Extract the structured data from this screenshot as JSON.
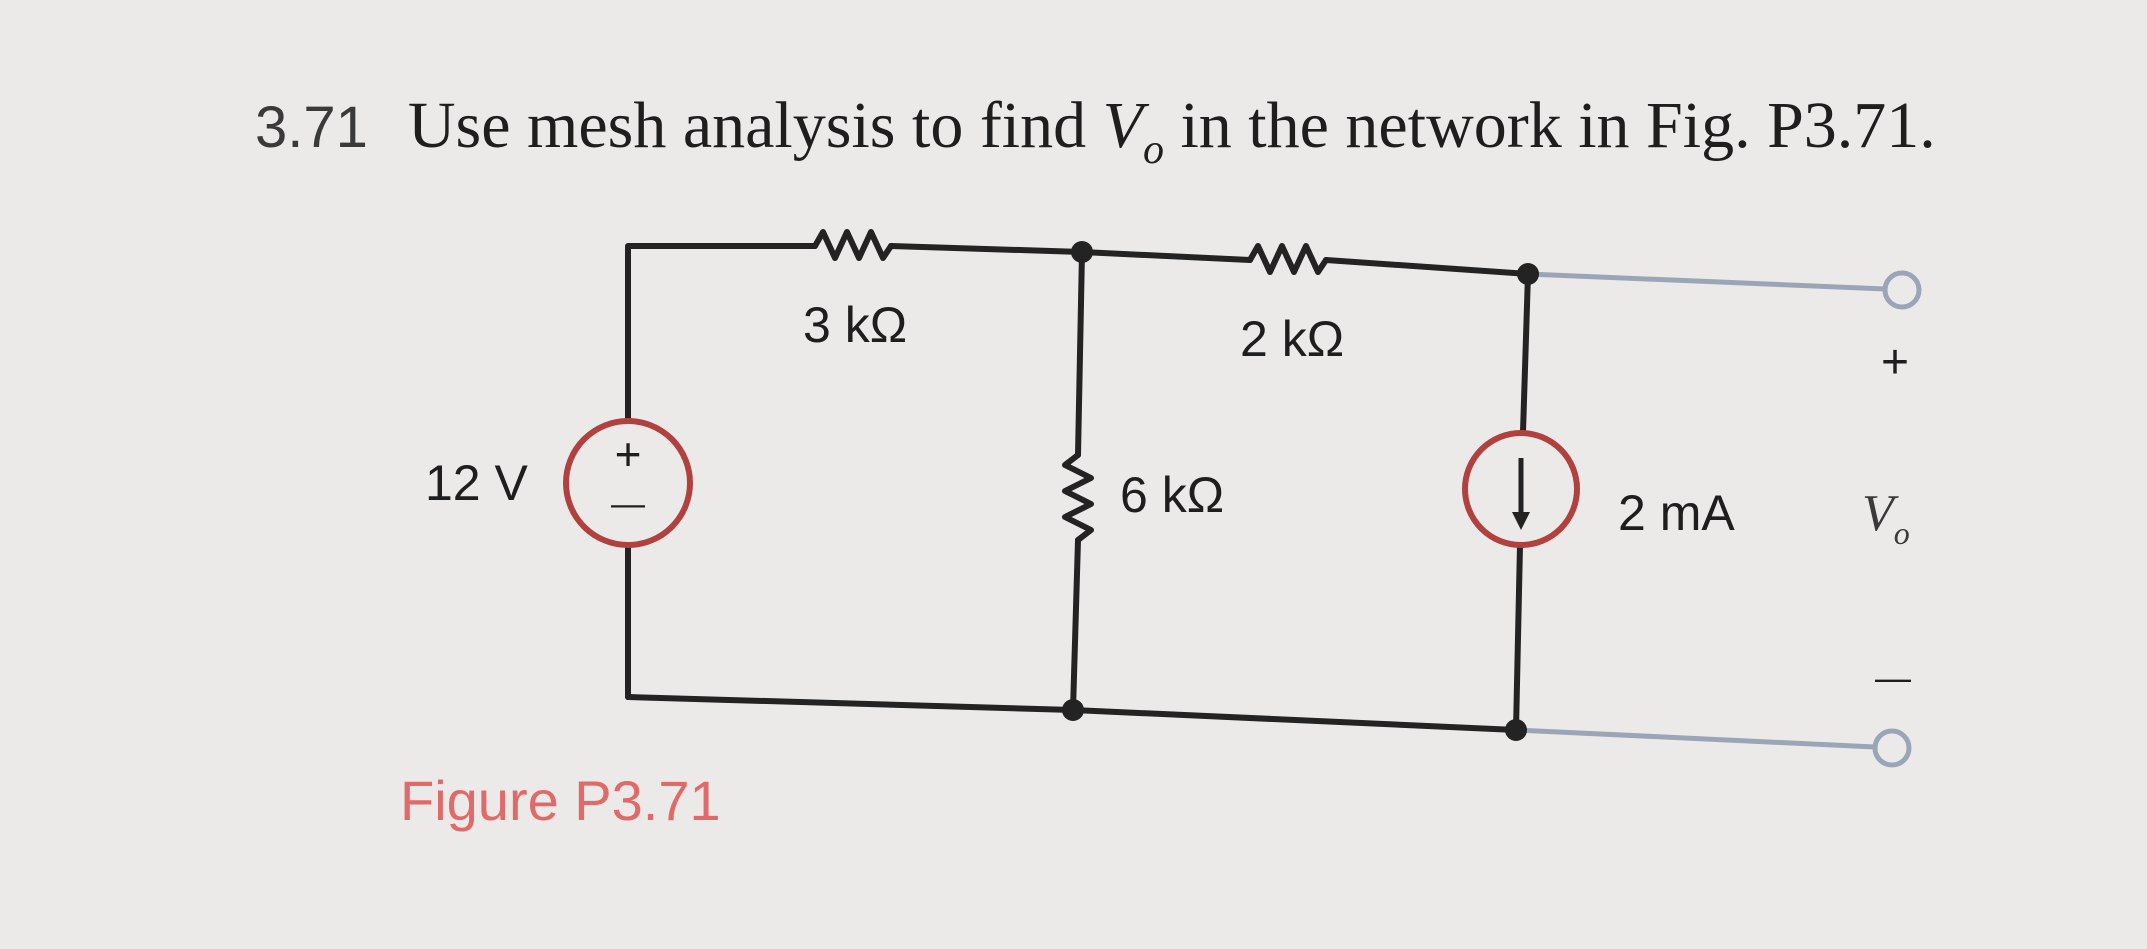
{
  "problem": {
    "number": "3.71",
    "text_before": "Use mesh analysis to find ",
    "variable": "V",
    "subscript": "o",
    "text_after": " in the network in Fig. P3.71."
  },
  "circuit": {
    "source_voltage_label": "12 V",
    "source_plus": "+",
    "source_minus": "—",
    "r1_label": "3 kΩ",
    "r2_label": "2 kΩ",
    "r3_label": "6 kΩ",
    "current_source_label": "2 mA",
    "vo_plus": "+",
    "vo_minus": "—",
    "vo_label": "V",
    "vo_sub": "o"
  },
  "caption": "Figure P3.71",
  "colors": {
    "wire": "#232323",
    "source": "#b0413e",
    "terminal_wire": "#9aa6b8",
    "caption": "#e06a6a"
  }
}
